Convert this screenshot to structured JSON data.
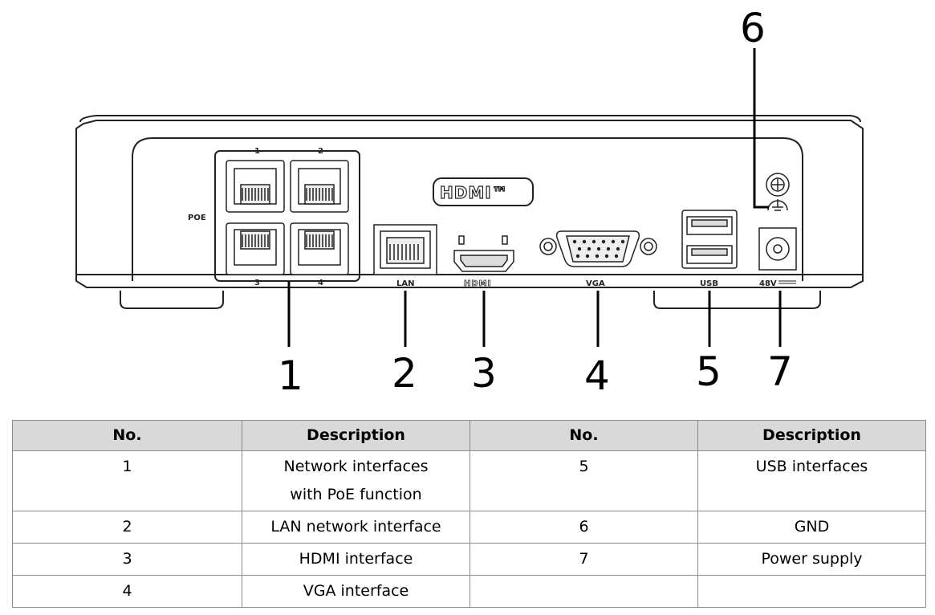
{
  "figure": {
    "callouts": [
      "1",
      "2",
      "3",
      "4",
      "5",
      "6",
      "7"
    ],
    "port_labels": {
      "poe": "POE",
      "lan": "LAN",
      "hdmi": "HDMI",
      "vga": "VGA",
      "usb": "USB",
      "power": "48V"
    },
    "poe_port_numbers": [
      "1",
      "2",
      "3",
      "4"
    ],
    "hdmi_logo": "HDMI™"
  },
  "table": {
    "headers": [
      "No.",
      "Description",
      "No.",
      "Description"
    ],
    "rows": [
      {
        "no1": "1",
        "desc1": "Network interfaces with PoE function",
        "no2": "5",
        "desc2": "USB interfaces"
      },
      {
        "no1": "2",
        "desc1": "LAN network interface",
        "no2": "6",
        "desc2": "GND"
      },
      {
        "no1": "3",
        "desc1": "HDMI interface",
        "no2": "7",
        "desc2": "Power supply"
      },
      {
        "no1": "4",
        "desc1": "VGA interface",
        "no2": "",
        "desc2": ""
      }
    ]
  }
}
